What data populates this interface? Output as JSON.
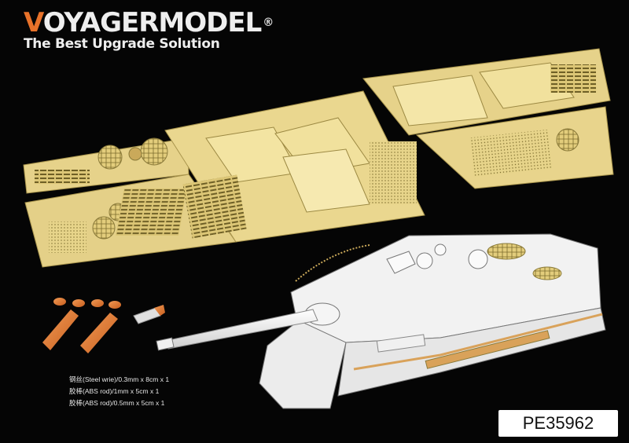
{
  "brand": {
    "name_first": "V",
    "name_rest": "OYAGERMODEL",
    "registered": "®",
    "tagline": "The Best Upgrade Solution"
  },
  "product_code": "PE35962",
  "legend": [
    "钢丝(Steel wrie)/0.3mm x 8cm x 1",
    "胶棒(ABS rod)/1mm x 5cm x 1",
    "胶棒(ABS rod)/0.5mm x 5cm x 1"
  ],
  "colors": {
    "background": "#050505",
    "brass": "#e9d68c",
    "brass_dark": "#8a7a3a",
    "copper": "#e27a3a",
    "model_white": "#f2f2f2",
    "accent_orange": "#e8722a"
  }
}
